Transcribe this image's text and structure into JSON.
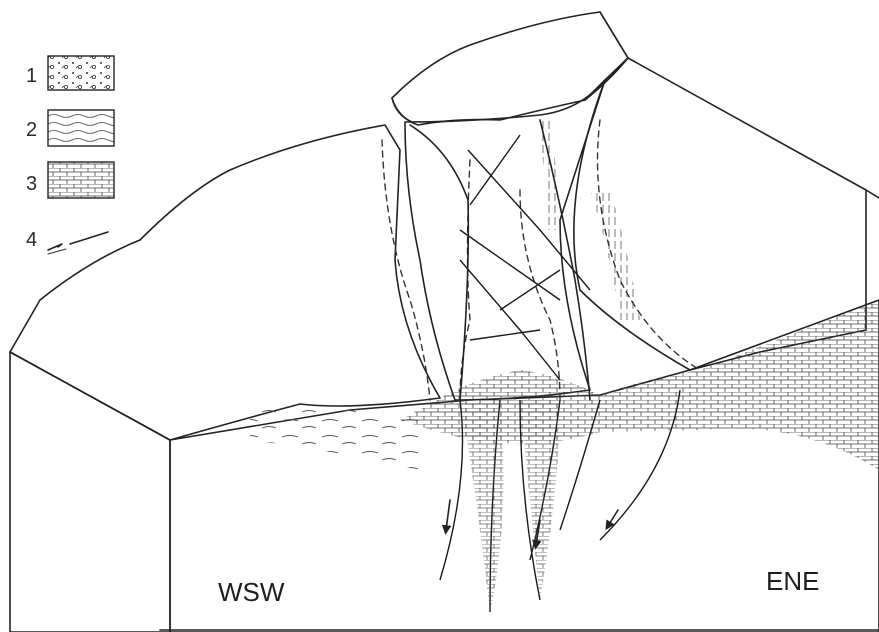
{
  "legend": {
    "items": [
      {
        "number": "1",
        "pattern": "conglomerate-pattern"
      },
      {
        "number": "2",
        "pattern": "sandstone-pattern"
      },
      {
        "number": "3",
        "pattern": "limestone-brick-pattern"
      },
      {
        "number": "4",
        "pattern": "fault-arrow-symbol"
      }
    ]
  },
  "directions": {
    "west": "WSW",
    "east": "ENE"
  }
}
